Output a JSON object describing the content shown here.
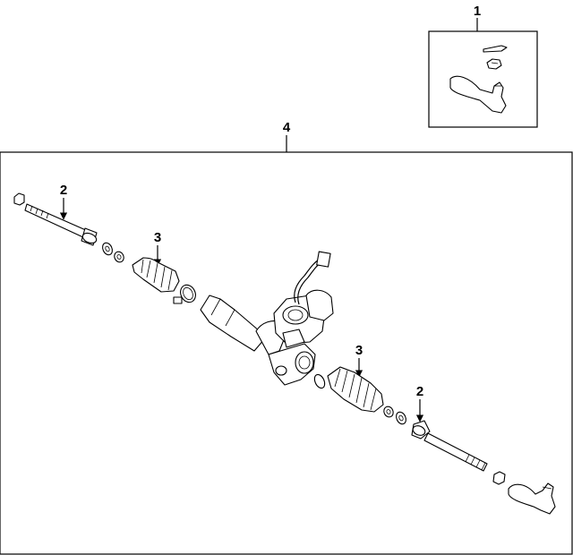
{
  "callouts": {
    "c1": "1",
    "c2_left": "2",
    "c2_right": "2",
    "c3_left": "3",
    "c3_right": "3",
    "c4": "4"
  }
}
